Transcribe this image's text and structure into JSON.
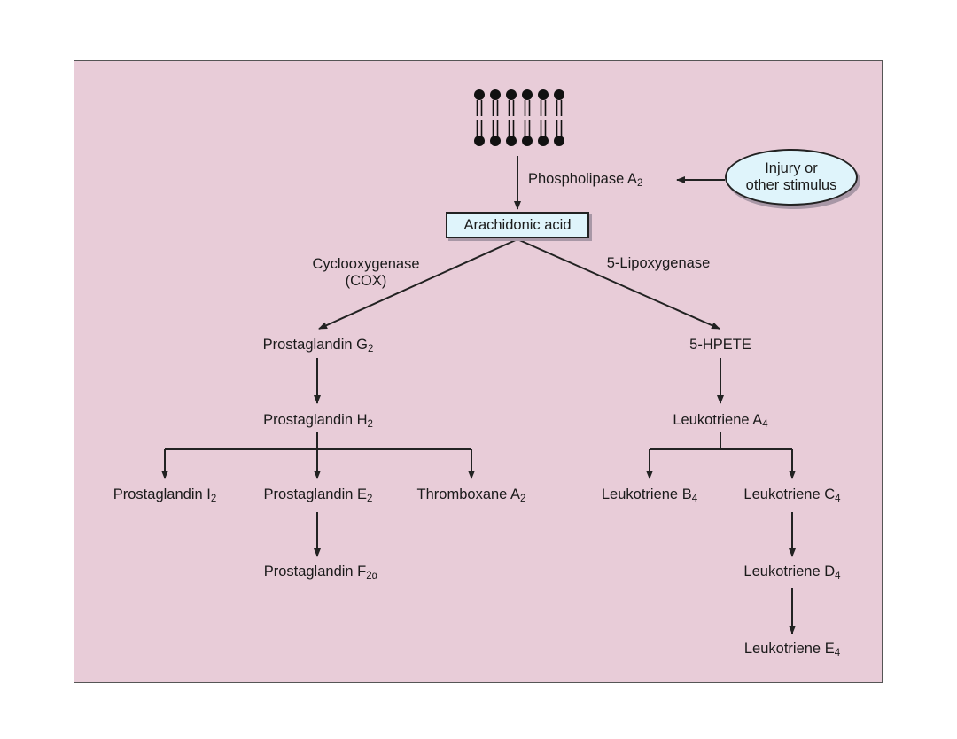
{
  "colors": {
    "panel_bg": "#e8ccd8",
    "box_bg": "#dff4fb",
    "line": "#222222"
  },
  "icons": {
    "membrane": "phospholipid-bilayer-icon"
  },
  "nodes": {
    "phospholipase": {
      "text": "Phospholipase A",
      "sub": "2"
    },
    "injury_line1": "Injury or",
    "injury_line2": "other stimulus",
    "arachidonic": "Arachidonic acid",
    "cox_line1": "Cyclooxygenase",
    "cox_line2": "(COX)",
    "lipox": "5-Lipoxygenase",
    "pg_g2": {
      "text": "Prostaglandin G",
      "sub": "2"
    },
    "pg_h2": {
      "text": "Prostaglandin H",
      "sub": "2"
    },
    "pg_i2": {
      "text": "Prostaglandin I",
      "sub": "2"
    },
    "pg_e2": {
      "text": "Prostaglandin E",
      "sub": "2"
    },
    "txa2": {
      "text": "Thromboxane A",
      "sub": "2"
    },
    "pg_f2a": {
      "text": "Prostaglandin F",
      "sub": "2α"
    },
    "hpete": "5-HPETE",
    "lt_a4": {
      "text": "Leukotriene A",
      "sub": "4"
    },
    "lt_b4": {
      "text": "Leukotriene B",
      "sub": "4"
    },
    "lt_c4": {
      "text": "Leukotriene C",
      "sub": "4"
    },
    "lt_d4": {
      "text": "Leukotriene D",
      "sub": "4"
    },
    "lt_e4": {
      "text": "Leukotriene E",
      "sub": "4"
    }
  }
}
